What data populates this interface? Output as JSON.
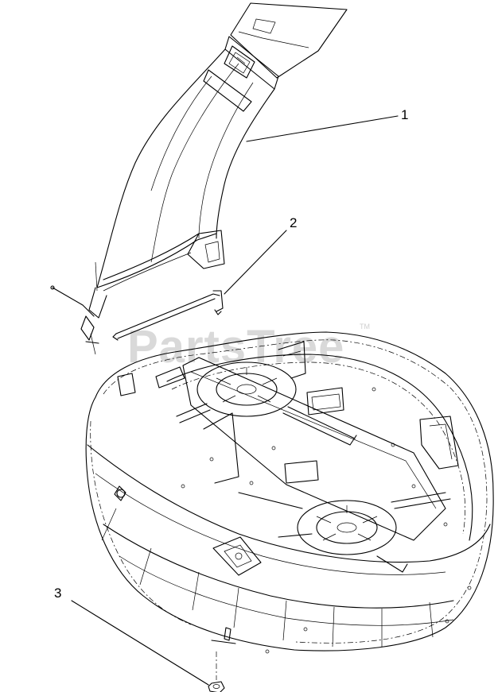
{
  "watermark": {
    "text": "PartsTree",
    "trademark": "TM"
  },
  "callouts": [
    {
      "number": "1"
    },
    {
      "number": "2"
    },
    {
      "number": "3"
    }
  ],
  "colors": {
    "line": "#000000",
    "background": "#ffffff",
    "watermark": "#d9d9d9"
  }
}
